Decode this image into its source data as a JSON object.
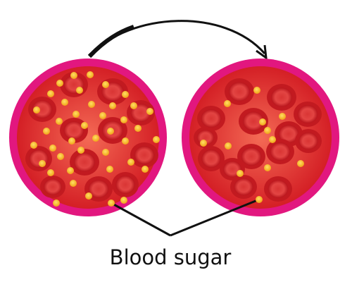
{
  "label": "Blood sugar",
  "colors": {
    "vessel_wall": "#e2177f",
    "plasma_center": "#ef4a44",
    "plasma_edge": "#d21f26",
    "red_cell_rim": "#c0191f",
    "red_cell_center": "#e04040",
    "glucose_dot": "#f7bf2a",
    "glucose_dot_center": "#ffd84d",
    "arrow": "#111111",
    "pointer_line": "#111111"
  },
  "vessels": [
    {
      "name": "high-sugar-vessel",
      "glucose_count": 40,
      "red_cell_count": 12
    },
    {
      "name": "low-sugar-vessel",
      "glucose_count": 11,
      "red_cell_count": 14
    }
  ],
  "icons": {
    "transition_arrow": "curved-arrow-icon"
  }
}
